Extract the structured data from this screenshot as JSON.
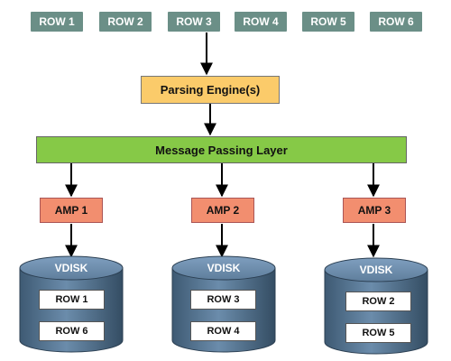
{
  "top_rows": [
    "ROW 1",
    "ROW 2",
    "ROW 3",
    "ROW 4",
    "ROW 5",
    "ROW 6"
  ],
  "parsing_engine": "Parsing Engine(s)",
  "message_layer": "Message Passing Layer",
  "amps": [
    "AMP 1",
    "AMP 2",
    "AMP 3"
  ],
  "vdisks": [
    {
      "label": "VDISK",
      "rows": [
        "ROW 1",
        "ROW 6"
      ]
    },
    {
      "label": "VDISK",
      "rows": [
        "ROW 3",
        "ROW 4"
      ]
    },
    {
      "label": "VDISK",
      "rows": [
        "ROW 2",
        "ROW 5"
      ]
    }
  ],
  "colors": {
    "row_chip": "#6b8f87",
    "parsing_engine": "#fbcb6a",
    "message_layer": "#86c947",
    "amp": "#f28e6f",
    "disk": "#4f6f8c"
  }
}
